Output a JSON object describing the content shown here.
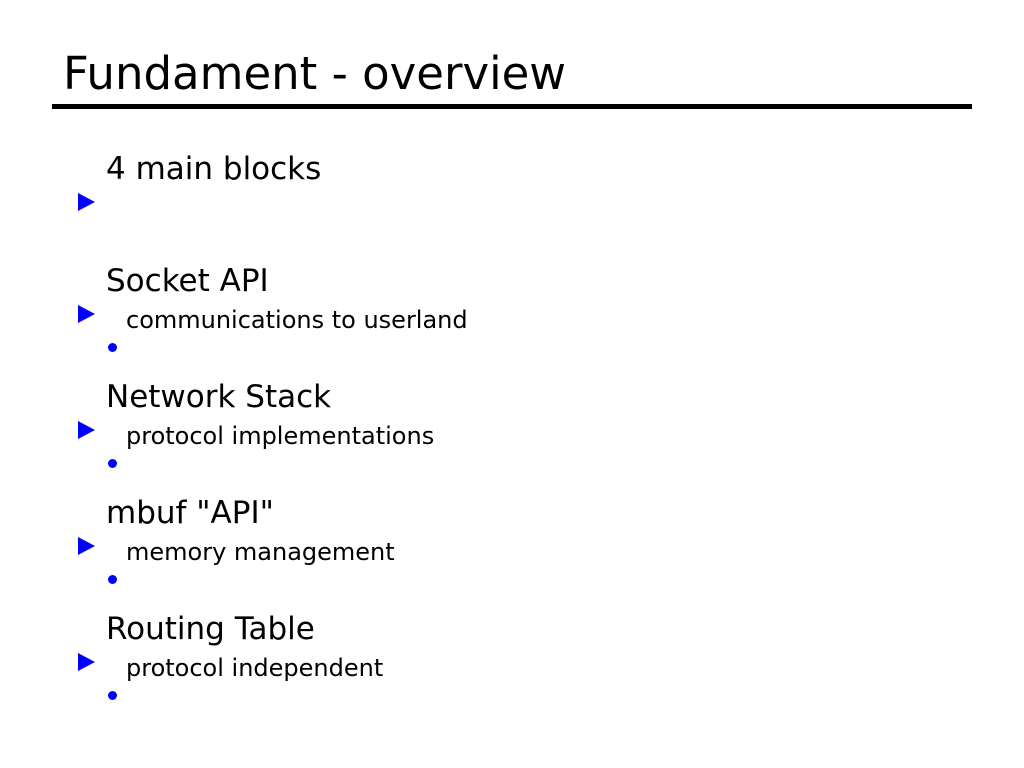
{
  "slide": {
    "title": "Fundament - overview",
    "background_color": "#ffffff",
    "text_color": "#000000",
    "accent_color": "#0000ff",
    "rule_color": "#000000",
    "markers": {
      "level1_icon": "triangle-right-bullet",
      "level2_icon": "round-dot-bullet"
    },
    "bullets": [
      {
        "label": "4 main blocks",
        "subs": []
      },
      {
        "label": "Socket API",
        "subs": [
          {
            "label": "communications to userland"
          }
        ]
      },
      {
        "label": "Network Stack",
        "subs": [
          {
            "label": "protocol implementations"
          }
        ]
      },
      {
        "label": "mbuf \"API\"",
        "subs": [
          {
            "label": "memory management"
          }
        ]
      },
      {
        "label": "Routing Table",
        "subs": [
          {
            "label": "protocol independent"
          }
        ]
      }
    ]
  }
}
